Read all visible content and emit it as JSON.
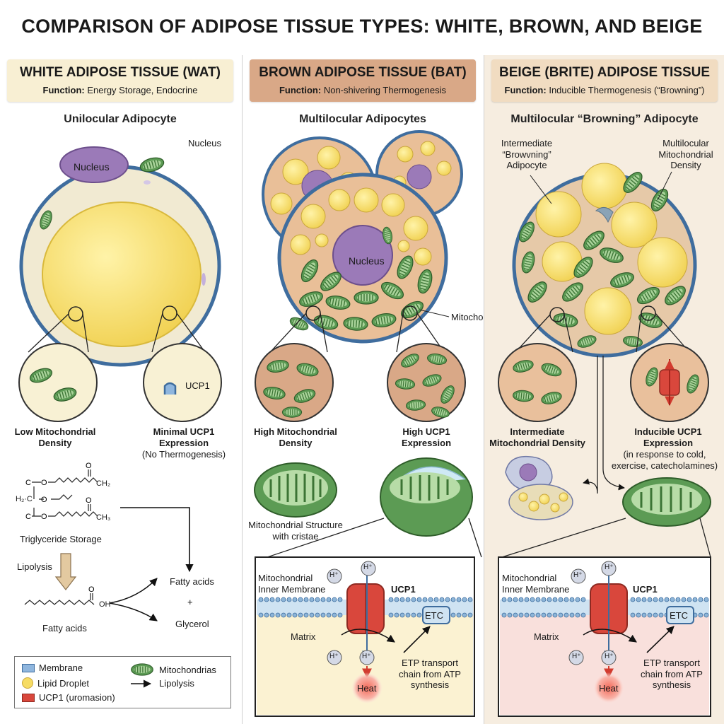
{
  "title": "COMPARISON OF ADIPOSE TISSUE TYPES: WHITE, BROWN, AND BEIGE",
  "wat": {
    "header": "WHITE ADIPOSE TISSUE (WAT)",
    "function_label": "Function:",
    "function": "Energy Storage, Endocrine",
    "subtitle": "Unilocular Adipocyte",
    "nucleus_inner": "Nucleus",
    "nucleus_callout": "Nucleus",
    "ucp1_tag": "UCP1",
    "low_mito": "Low Mitochondrial Density",
    "min_ucp1": "Minimal UCP1 Expression",
    "min_ucp1_note": "(No Thermogenesis)",
    "triglyceride": "Triglyceride Storage",
    "lipolysis": "Lipolysis",
    "fatty_acids_left": "Fatty acids",
    "fatty_acids_right": "Fatty acids",
    "plus": "+",
    "glycerol": "Glycerol",
    "chem_h2": "H₂·C",
    "chem_ch2": "CH₂",
    "chem_ch3": "CH₃",
    "chem_oh": "OH"
  },
  "bat": {
    "header": "BROWN ADIPOSE TISSUE (BAT)",
    "function_label": "Function:",
    "function": "Non-shivering Thermogenesis",
    "subtitle": "Multilocular Adipocytes",
    "nucleus": "Nucleus",
    "mitochondria_callout": "Mitochondria",
    "high_mito": "High Mitochondrial Density",
    "high_ucp1": "High UCP1 Expression",
    "mito_structure": "Mitochondrial Structure with cristae",
    "panel": {
      "membrane": "Mitochondrial Inner Membrane",
      "ucp1": "UCP1",
      "matrix": "Matrix",
      "etc": "ETC",
      "h_top1": "H⁺",
      "h_top2": "H⁺",
      "h_bot1": "H⁺",
      "h_bot2": "H⁺",
      "heat": "Heat",
      "etp": "ETP transport chain from ATP synthesis"
    }
  },
  "beige": {
    "header": "BEIGE (BRITE) ADIPOSE TISSUE",
    "function_label": "Function:",
    "function": "Inducible Thermogenesis (“Browning”)",
    "subtitle": "Multilocular “Browning” Adipocyte",
    "intermediate_callout": "Intermediate “Browvning” Adipocyte",
    "multilocular_callout": "Multilocular Mitochondrial Density",
    "intermediate_density": "Intermediate Mitochondrial Density",
    "inducible_ucp1": "Inducible UCP1 Expression",
    "inducible_note": "(in response to cold, exercise, catecholamines)",
    "panel": {
      "membrane": "Mitochondrial Inner Membrane",
      "ucp1": "UCP1",
      "matrix": "Matrix",
      "etc": "ETC",
      "h_top1": "H⁺",
      "h_top2": "H⁺",
      "h_bot1": "H⁺",
      "h_bot2": "H⁺",
      "heat": "Heat",
      "etp": "ETP transport chain from ATP synthesis"
    }
  },
  "legend": {
    "membrane": "Membrane",
    "lipid": "Lipid Droplet",
    "ucp1": "UCP1 (uromasion)",
    "mito": "Mitochondrias",
    "lipolysis": "Lipolysis"
  },
  "colors": {
    "lipid": "#f6dc64",
    "cytoplasm_wat": "#f1ead2",
    "cytoplasm_brown": "#e9bf98",
    "membrane": "#3f6d9e",
    "nucleus": "#9b7ab8",
    "mito": "#5c9b54",
    "ucp1": "#d9473c"
  }
}
